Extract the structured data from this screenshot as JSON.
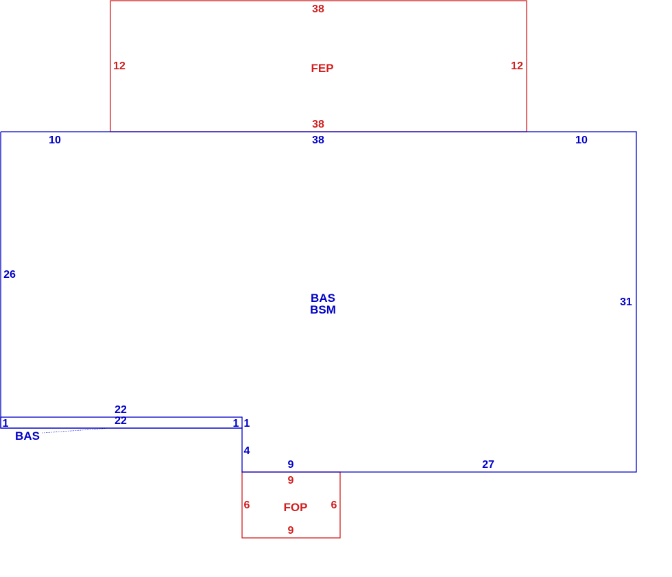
{
  "colors": {
    "main": "#0000c8",
    "addition": "#d21e1e"
  },
  "fep": {
    "area_label": "FEP",
    "dim_top": "38",
    "dim_bottom": "38",
    "dim_left": "12",
    "dim_right": "12"
  },
  "bas": {
    "area_label_1": "BAS",
    "area_label_2": "BSM",
    "dim_top": "38",
    "dim_top_left": "10",
    "dim_top_right": "10",
    "dim_left": "26",
    "dim_right": "31",
    "dim_step_right": "1",
    "dim_notch": "4",
    "dim_bottom_left": "9",
    "dim_bottom_right": "27"
  },
  "bas_strip": {
    "area_label": "BAS",
    "dim_top": "22",
    "dim_bottom": "22",
    "dim_left": "1",
    "dim_right": "1"
  },
  "fop": {
    "area_label": "FOP",
    "dim_top": "9",
    "dim_bottom": "9",
    "dim_left": "6",
    "dim_right": "6"
  }
}
